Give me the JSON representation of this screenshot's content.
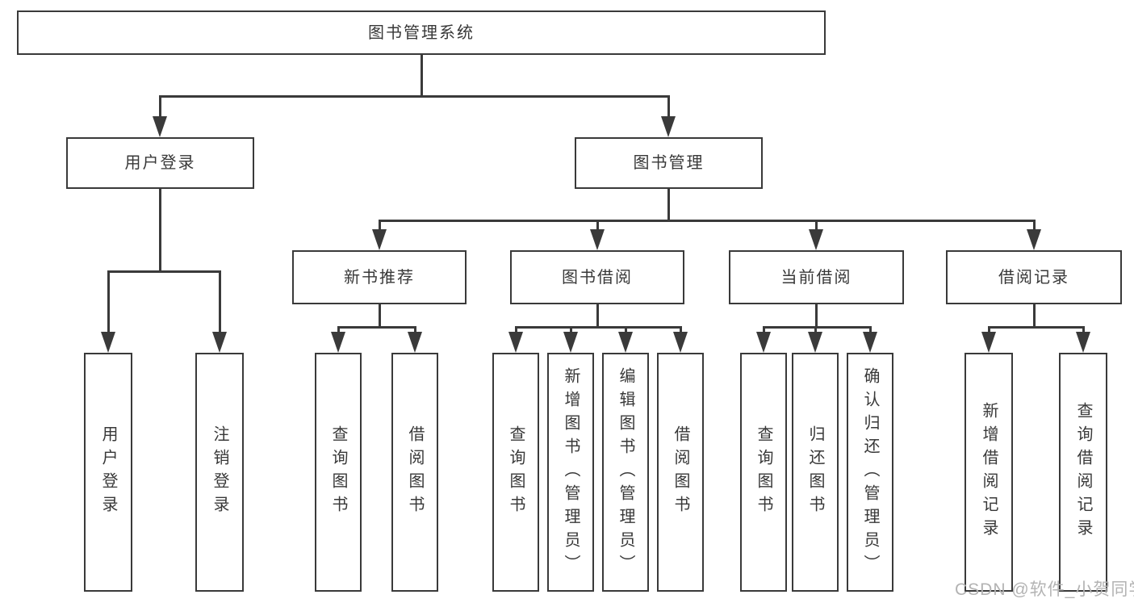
{
  "diagram_type": "tree-structure-chart",
  "colors": {
    "line": "#3a3a3a",
    "box_border": "#3a3a3a",
    "text": "#383838",
    "background": "#ffffff",
    "watermark": "#b3b3b3"
  },
  "hierarchy": {
    "label": "图书管理系统",
    "children": [
      {
        "label": "用户登录",
        "children": [
          {
            "label": "用户登录"
          },
          {
            "label": "注销登录"
          }
        ]
      },
      {
        "label": "图书管理",
        "children": [
          {
            "label": "新书推荐",
            "children": [
              {
                "label": "查询图书"
              },
              {
                "label": "借阅图书"
              }
            ]
          },
          {
            "label": "图书借阅",
            "children": [
              {
                "label": "查询图书"
              },
              {
                "label": "新增图书（管理员）"
              },
              {
                "label": "编辑图书（管理员）"
              },
              {
                "label": "借阅图书"
              }
            ]
          },
          {
            "label": "当前借阅",
            "children": [
              {
                "label": "查询图书"
              },
              {
                "label": "归还图书"
              },
              {
                "label": "确认归还（管理员）"
              }
            ]
          },
          {
            "label": "借阅记录",
            "children": [
              {
                "label": "新增借阅记录"
              },
              {
                "label": "查询借阅记录"
              }
            ]
          }
        ]
      }
    ]
  },
  "watermark": {
    "text": "CSDN @软件_小贺同学"
  }
}
